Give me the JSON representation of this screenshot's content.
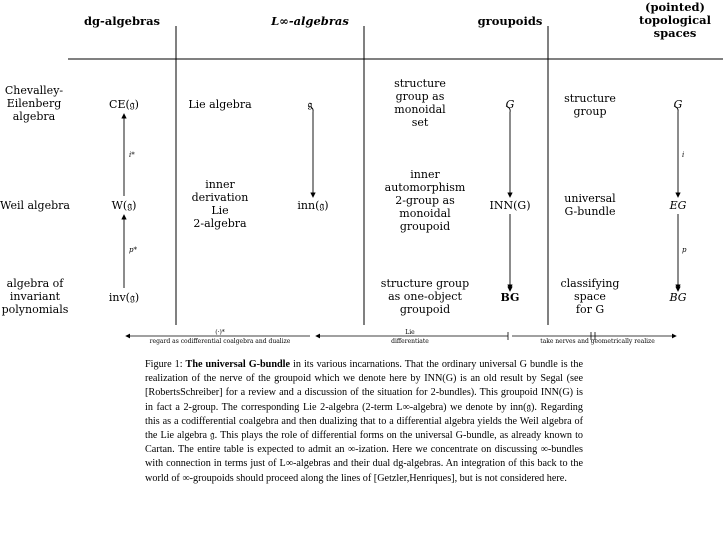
{
  "headers": {
    "dg": "dg-algebras",
    "linf": "L∞-algebras",
    "groupoids": "groupoids",
    "top1": "(pointed)",
    "top2": "topological",
    "top3": "spaces"
  },
  "rows": {
    "r1": {
      "label1": "Chevalley-",
      "label2": "Eilenberg",
      "label3": "algebra",
      "dg": "CE(𝔤)",
      "linf_desc": "Lie algebra",
      "linf": "𝔤",
      "grp_desc1": "structure",
      "grp_desc2": "group as",
      "grp_desc3": "monoidal",
      "grp_desc4": "set",
      "grp": "G",
      "top_desc1": "structure",
      "top_desc2": "group",
      "top": "G"
    },
    "r2": {
      "label1": "Weil algebra",
      "dg": "W(𝔤)",
      "linf_desc1": "inner",
      "linf_desc2": "derivation",
      "linf_desc3": "Lie",
      "linf_desc4": "2-algebra",
      "linf": "inn(𝔤)",
      "grp_desc1": "inner",
      "grp_desc2": "automorphism",
      "grp_desc3": "2-group as",
      "grp_desc4": "monoidal",
      "grp_desc5": "groupoid",
      "grp": "INN(G)",
      "top_desc1": "universal",
      "top_desc2": "G-bundle",
      "top": "EG"
    },
    "r3": {
      "label1": "algebra of",
      "label2": "invariant",
      "label3": "polynomials",
      "dg": "inv(𝔤)",
      "grp_desc1": "structure group",
      "grp_desc2": "as one-object",
      "grp_desc3": "groupoid",
      "grp": "BG",
      "top_desc1": "classifying",
      "top_desc2": "space",
      "top_desc3": "for G",
      "top": "BG"
    }
  },
  "arrow_labels": {
    "i_star": "i*",
    "p_star": "p*",
    "i": "i",
    "p": "p"
  },
  "bottom": {
    "a1_sym": "(·)*",
    "a1_text": "regard as codifferential coalgebra and dualize",
    "a2_sym": "Lie",
    "a2_text": "differentiate",
    "a3_text": "take nerves and geometrically realize"
  },
  "caption": {
    "fig": "Figure 1:",
    "title": "The universal G-bundle",
    "body": " in its various incarnations. That the ordinary universal G bundle is the realization of the nerve of the groupoid which we denote here by INN(G) is an old result by Segal (see [RobertsSchreiber] for a review and a discussion of the situation for 2-bundles). This groupoid INN(G) is in fact a 2-group. The corresponding Lie 2-algebra (2-term L∞-algebra) we denote by inn(𝔤). Regarding this as a codifferential coalgebra and then dualizing that to a differential algebra yields the Weil algebra of the Lie algebra 𝔤. This plays the role of differential forms on the universal G-bundle, as already known to Cartan. The entire table is expected to admit an ∞-ization. Here we concentrate on discussing ∞-bundles with connection in terms just of L∞-algebras and their dual dg-algebras. An integration of this back to the world of ∞-groupoids should proceed along the lines of [Getzler,Henriques], but is not considered here."
  }
}
